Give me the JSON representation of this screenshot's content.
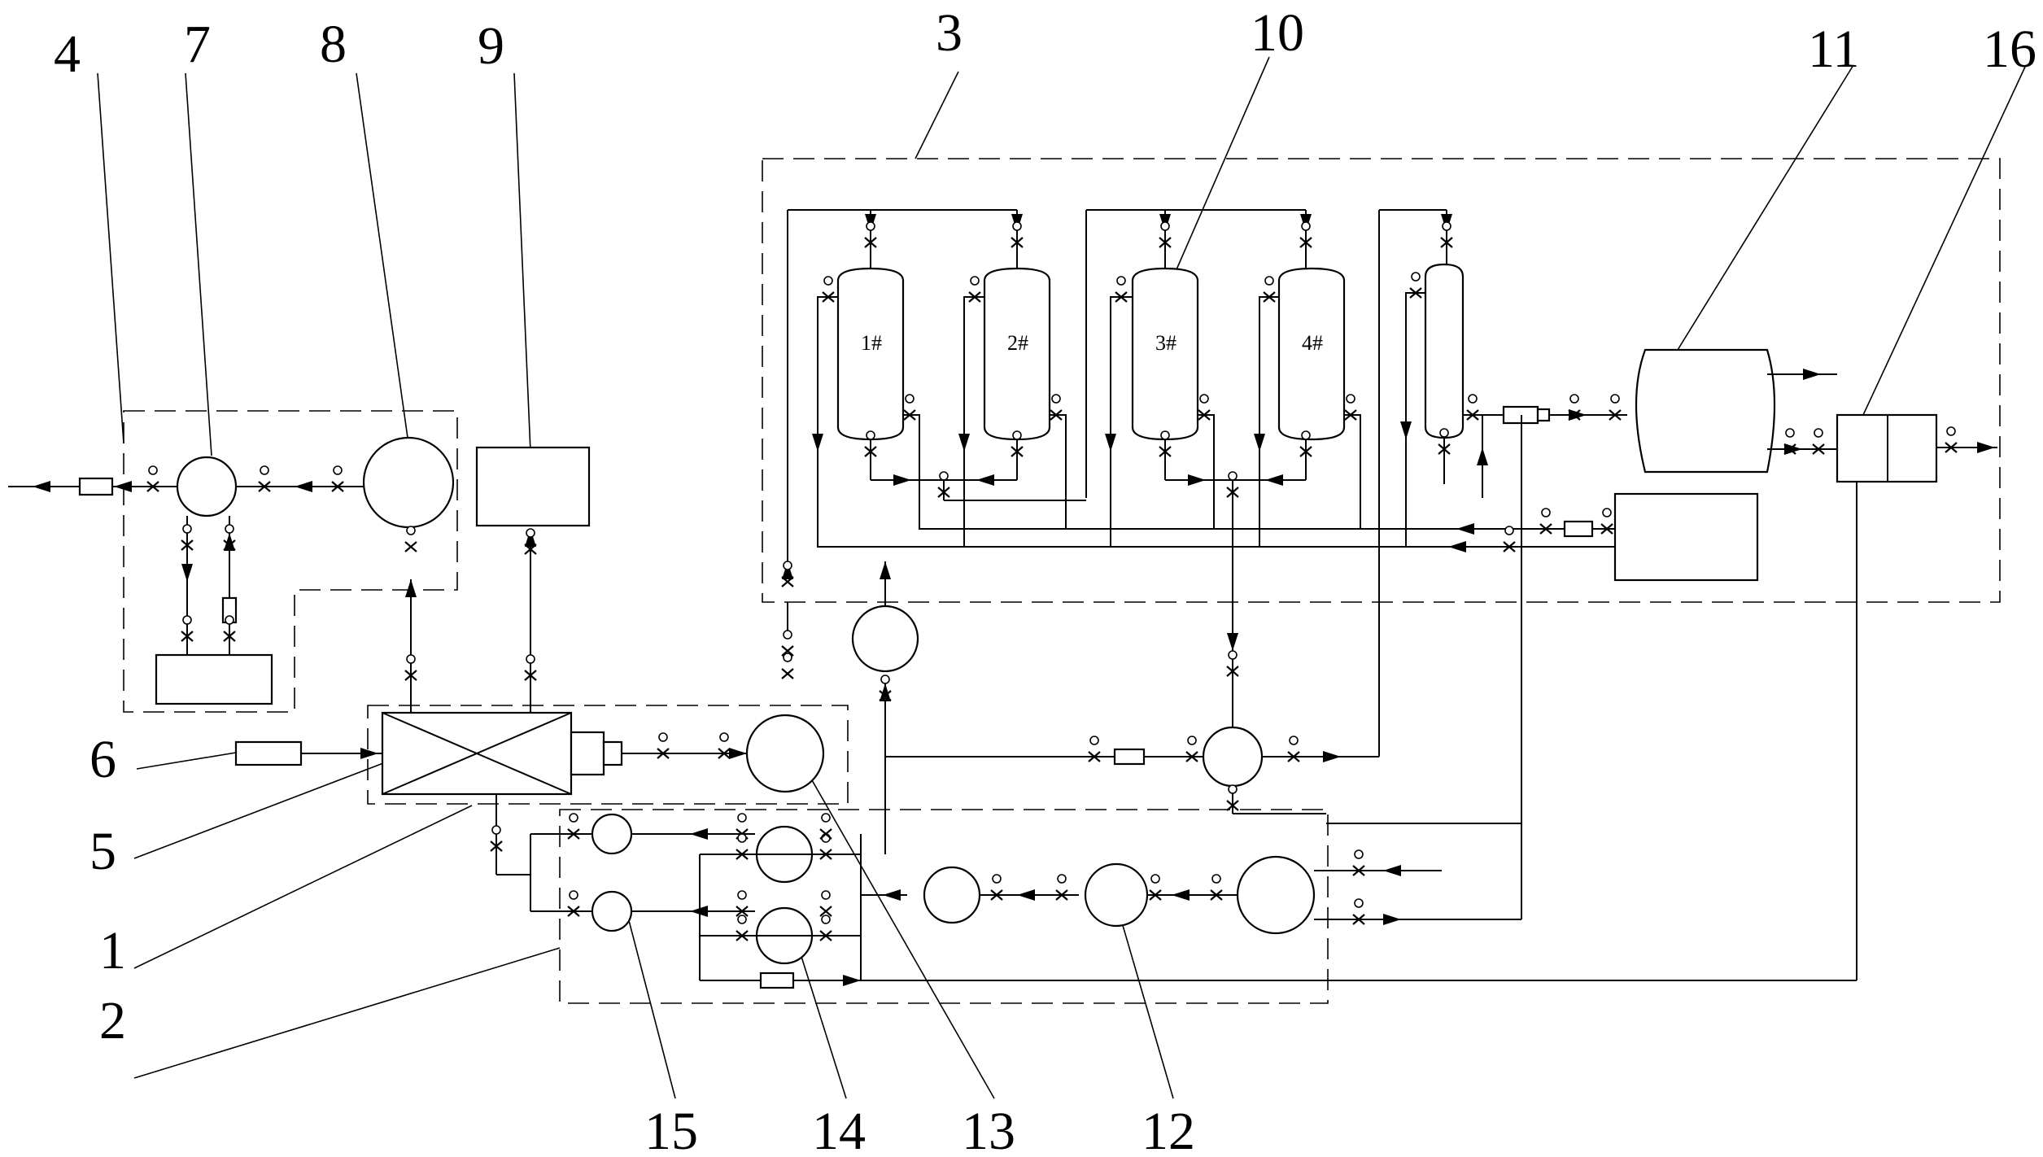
{
  "diagram": {
    "type": "process-flow",
    "reference_numerals": [
      "4",
      "7",
      "8",
      "9",
      "3",
      "10",
      "11",
      "16",
      "6",
      "5",
      "1",
      "2",
      "15",
      "14",
      "13",
      "12"
    ],
    "tank_labels": [
      "1#",
      "2#",
      "3#",
      "4#"
    ]
  }
}
